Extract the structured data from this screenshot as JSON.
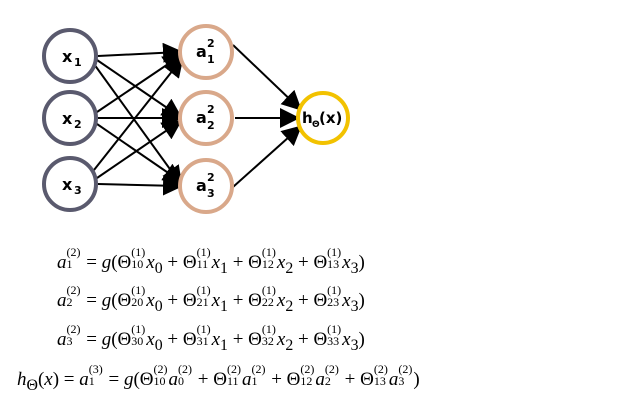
{
  "network": {
    "inputs": [
      {
        "label": "x",
        "sub": "1"
      },
      {
        "label": "x",
        "sub": "2"
      },
      {
        "label": "x",
        "sub": "3"
      }
    ],
    "hidden": [
      {
        "label": "a",
        "sup": "2",
        "sub": "1"
      },
      {
        "label": "a",
        "sup": "2",
        "sub": "2"
      },
      {
        "label": "a",
        "sup": "2",
        "sub": "3"
      }
    ],
    "output": {
      "label": "h",
      "sub": "Θ",
      "suffix": "(x)"
    },
    "colors": {
      "input_ring": "#5a5a6e",
      "hidden_ring": "#d9a88a",
      "output_ring": "#f2c200",
      "edge": "#000000"
    }
  },
  "equations": [
    "a_1^(2) = g(Θ10 x0 + Θ11 x1 + Θ12 x2 + Θ13 x3)",
    "a_2^(2) = g(Θ20 x0 + Θ21 x1 + Θ22 x2 + Θ23 x3)",
    "a_3^(2) = g(Θ30 x0 + Θ31 x1 + Θ32 x2 + Θ33 x3)",
    "hΘ(x) = a_1^(3) = g(Θ10^(2) a0^(2) + Θ11^(2) a1^(2) + Θ12^(2) a2^(2) + Θ13^(2) a3^(2))"
  ]
}
